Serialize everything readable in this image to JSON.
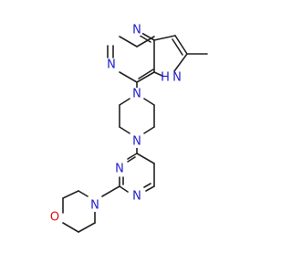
{
  "colors": {
    "bond": "#222222",
    "N": "#2020d0",
    "O": "#e01010",
    "background": "#ffffff"
  },
  "atoms": {
    "n_pyr_top": "N",
    "n_pyr_left": "N",
    "nh_pyrrole": "H",
    "n_pyrrole": "N",
    "n_pip_top": "N",
    "n_pip_bottom": "N",
    "n_pym_upper": "N",
    "n_pym_lower": "N",
    "n_morph": "N",
    "o_morph": "O"
  }
}
